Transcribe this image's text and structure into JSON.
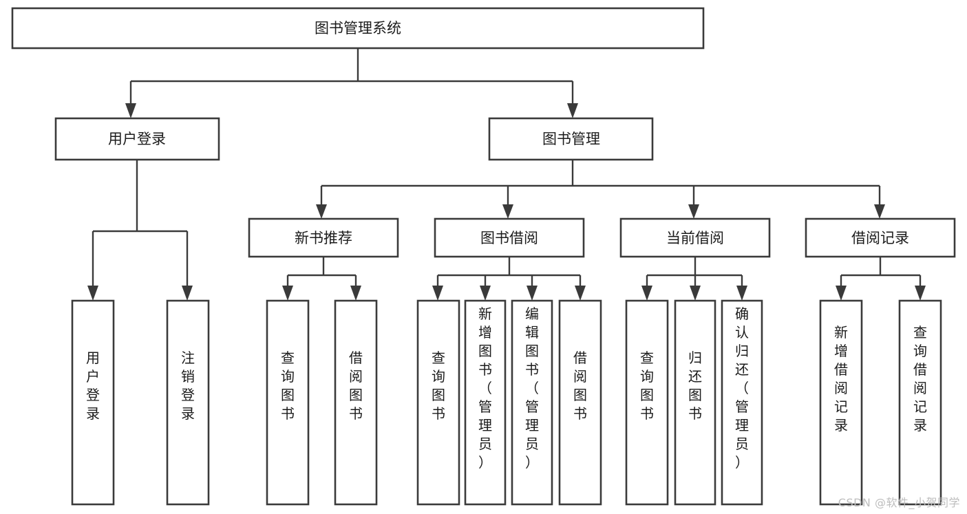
{
  "diagram": {
    "type": "tree",
    "title": "图书管理系统",
    "watermark": "CSDN @软件_小贺同学",
    "colors": {
      "stroke": "#3a3a3a",
      "box_fill": "#ffffff",
      "text": "#1b1b1b",
      "background": "#ffffff",
      "watermark": "#bdbdbd"
    },
    "levels": {
      "root": {
        "label": "图书管理系统"
      },
      "level2": [
        {
          "label": "用户登录"
        },
        {
          "label": "图书管理"
        }
      ],
      "level3": [
        {
          "label": "新书推荐"
        },
        {
          "label": "图书借阅"
        },
        {
          "label": "当前借阅"
        },
        {
          "label": "借阅记录"
        }
      ]
    },
    "nodes": {
      "root": "图书管理系统",
      "user_login": "用户登录",
      "book_manage": "图书管理",
      "new_book_rec": "新书推荐",
      "book_borrow": "图书借阅",
      "current_borrow": "当前借阅",
      "borrow_record": "借阅记录",
      "leaf_user_login": "用户登录",
      "leaf_user_logout": "注销登录",
      "leaf_query_book_1": "查询图书",
      "leaf_borrow_book_1": "借阅图书",
      "leaf_query_book_2": "查询图书",
      "leaf_add_book_admin": "新增图书（管理员）",
      "leaf_edit_book_admin": "编辑图书（管理员）",
      "leaf_borrow_book_2": "借阅图书",
      "leaf_query_book_3": "查询图书",
      "leaf_return_book": "归还图书",
      "leaf_confirm_return_admin": "确认归还（管理员）",
      "leaf_add_record": "新增借阅记录",
      "leaf_query_record": "查询借阅记录"
    },
    "groups": [
      {
        "parent": "用户登录",
        "children": [
          "用户登录",
          "注销登录"
        ]
      },
      {
        "parent": "新书推荐",
        "children": [
          "查询图书",
          "借阅图书"
        ]
      },
      {
        "parent": "图书借阅",
        "children": [
          "查询图书",
          "新增图书（管理员）",
          "编辑图书（管理员）",
          "借阅图书"
        ]
      },
      {
        "parent": "当前借阅",
        "children": [
          "查询图书",
          "归还图书",
          "确认归还（管理员）"
        ]
      },
      {
        "parent": "借阅记录",
        "children": [
          "新增借阅记录",
          "查询借阅记录"
        ]
      }
    ]
  }
}
